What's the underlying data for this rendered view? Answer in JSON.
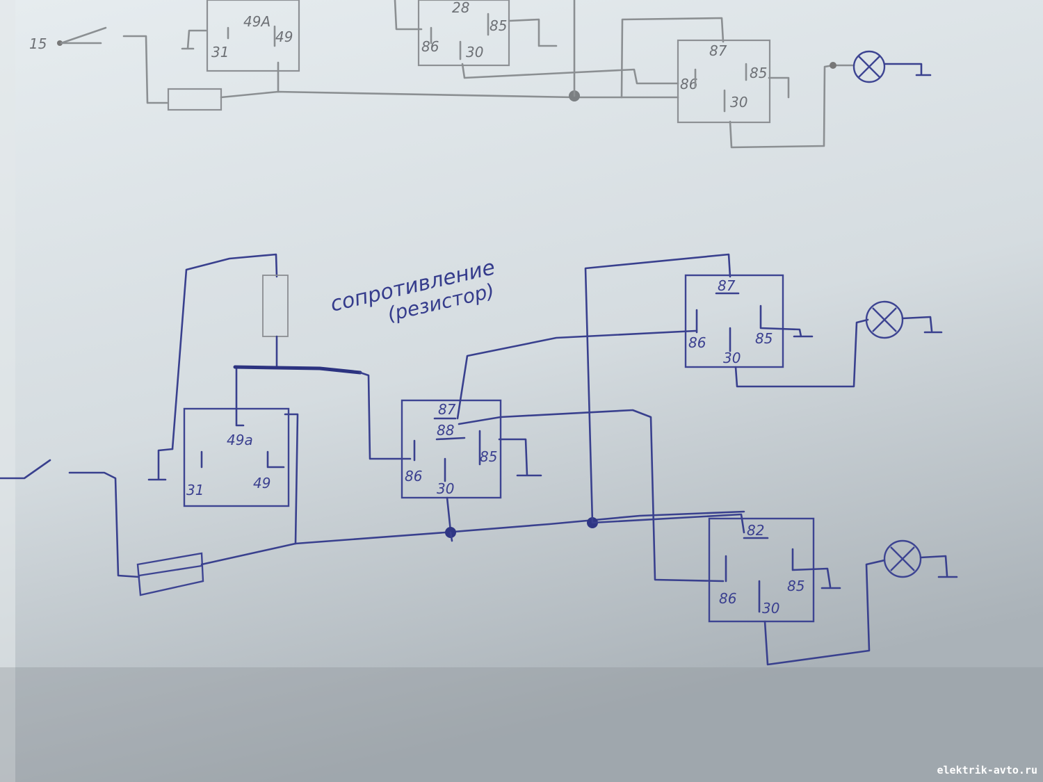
{
  "sketch1": {
    "input_label": "15",
    "relay_a": {
      "pin_top": "49A",
      "pin_left": "31",
      "pin_right": "49"
    },
    "relay_b": {
      "pin_top": "28",
      "pin_left": "86",
      "pin_mid": "30",
      "pin_right": "85"
    },
    "relay_c": {
      "pin_top": "87",
      "pin_left": "86",
      "pin_mid": "30",
      "pin_right": "85"
    }
  },
  "sketch2": {
    "resistor_label_line1": "сопротивление",
    "resistor_label_line2": "(резистор)",
    "flasher": {
      "pin_top": "49a",
      "pin_left": "31",
      "pin_right": "49"
    },
    "relay_main": {
      "pin_top": "87",
      "pin_top2": "88",
      "pin_left": "86",
      "pin_mid": "30",
      "pin_right": "85"
    },
    "relay_upper": {
      "pin_top": "87",
      "pin_left": "86",
      "pin_mid": "30",
      "pin_right": "85"
    },
    "relay_lower": {
      "pin_top": "82",
      "pin_left": "86",
      "pin_mid": "30",
      "pin_right": "85"
    }
  },
  "watermark": "elektrik-avto.ru"
}
